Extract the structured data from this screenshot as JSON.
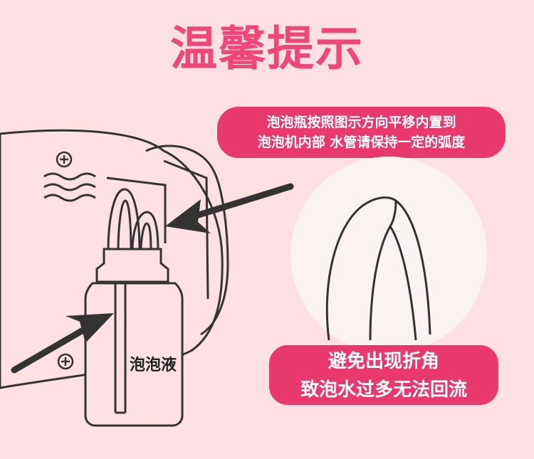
{
  "title": "温馨提示",
  "tip_top": {
    "line1": "泡泡瓶按照图示方向平移内置到",
    "line2": "泡泡机内部 水管请保持一定的弧度"
  },
  "tip_bottom": {
    "line1": "避免出现折角",
    "line2": "致泡水过多无法回流"
  },
  "bottle_label": "泡泡液",
  "colors": {
    "background": "#fde0e3",
    "accent": "#f0477b",
    "pill": "#e8386d",
    "outline": "#333333",
    "circle": "#fdf2f2"
  }
}
